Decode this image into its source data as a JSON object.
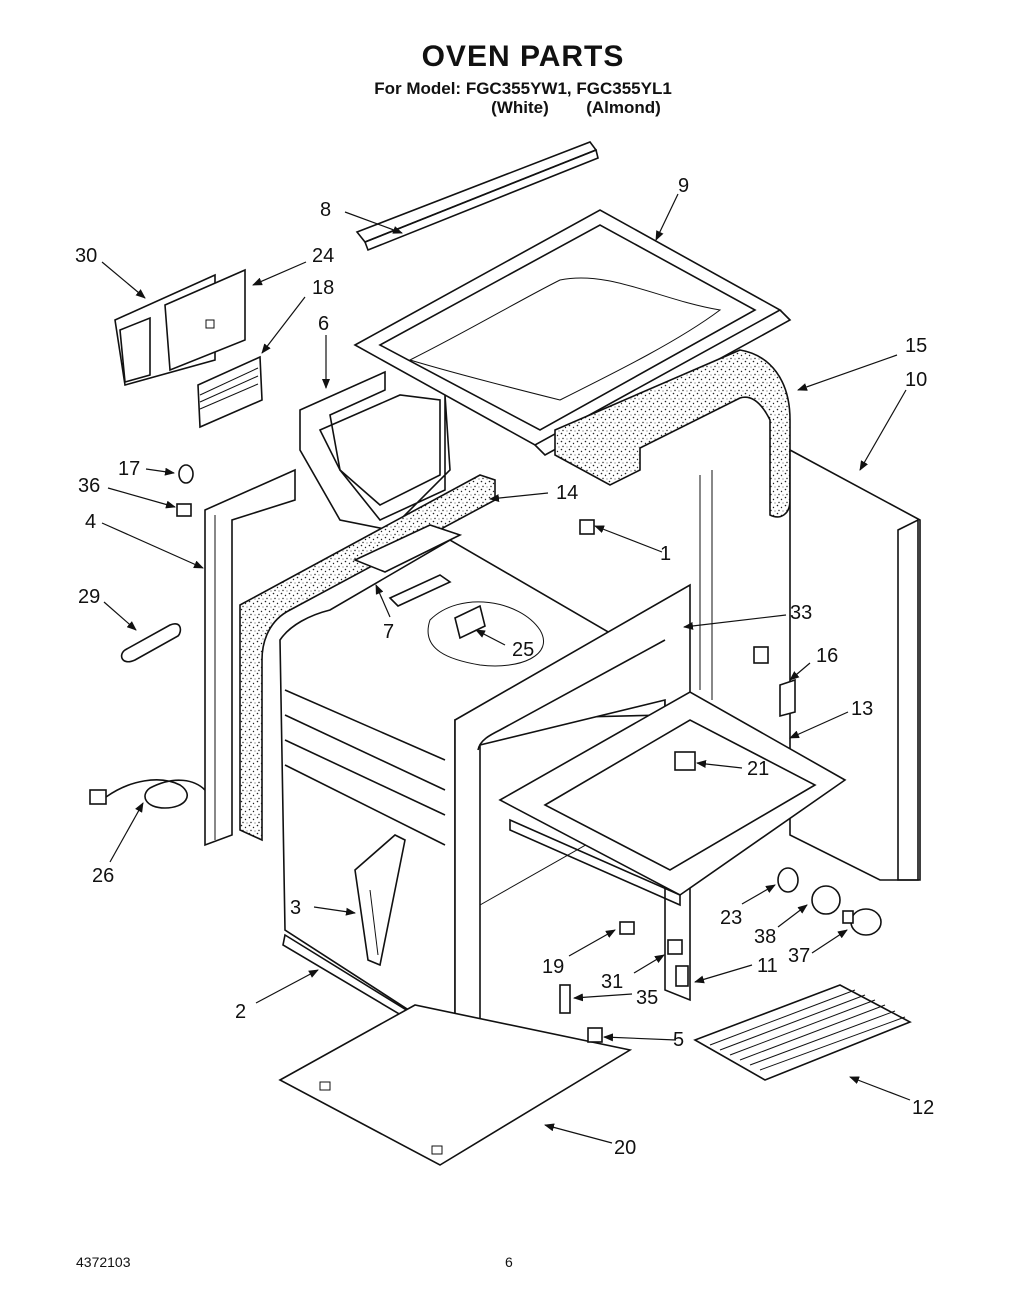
{
  "header": {
    "title": "OVEN PARTS",
    "model_line": "For Model: FGC355YW1, FGC355YL1",
    "variant_white": "(White)",
    "variant_almond": "(Almond)"
  },
  "footer": {
    "document_number": "4372103",
    "page_number": "6"
  },
  "callouts": {
    "c1": "1",
    "c2": "2",
    "c3": "3",
    "c4": "4",
    "c5": "5",
    "c6": "6",
    "c7": "7",
    "c8": "8",
    "c9": "9",
    "c10": "10",
    "c11": "11",
    "c12": "12",
    "c13": "13",
    "c14": "14",
    "c15": "15",
    "c16": "16",
    "c17": "17",
    "c18": "18",
    "c19": "19",
    "c20": "20",
    "c21": "21",
    "c23": "23",
    "c24": "24",
    "c25": "25",
    "c26": "26",
    "c29": "29",
    "c30": "30",
    "c31": "31",
    "c33": "33",
    "c35": "35",
    "c36": "36",
    "c37": "37",
    "c38": "38"
  }
}
